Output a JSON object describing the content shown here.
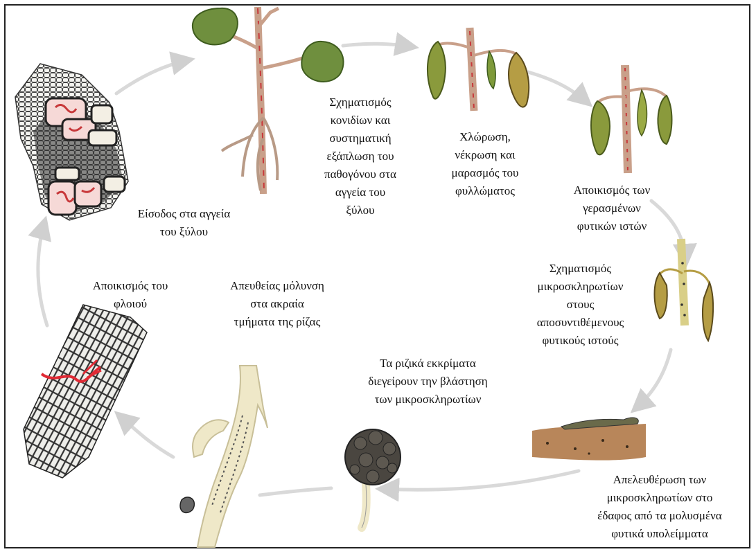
{
  "labels": {
    "xylem_entry": "Είσοδος στα αγγεία\nτου ξύλου",
    "conidia_spread": "Σχηματισμός\nκονιδίων και\nσυστηματική\nεξάπλωση του\nπαθογόνου στα\nαγγεία του\nξύλου",
    "chlorosis_wilt": "Χλώρωση,\nνέκρωση και\nμαρασμός του\nφυλλώματος",
    "senescent_colonization": "Αποικισμός των\nγερασμένων\nφυτικών ιστών",
    "microsclerotia_formation": "Σχηματισμός\nμικροσκληρωτίων\nστους\nαποσυντιθέμενους\nφυτικούς ιστούς",
    "release_to_soil": "Απελευθέρωση των\nμικροσκληρωτίων στο\nέδαφος από τα μολυσμένα\nφυτικά υπολείμματα",
    "root_exudates": "Τα ριζικά εκκρίματα\nδιεγείρουν την βλάστηση\nτων μικροσκληρωτίων",
    "direct_infection": "Απευθείας μόλυνση\nστα ακραία\nτμήματα της ρίζας",
    "cortex_colonization": "Αποικισμός του\nφλοιού"
  },
  "colors": {
    "cycle_arrow": "#d9d9d9",
    "stem": "#c9a08a",
    "lesion": "#c8383a",
    "healthy_leaf": "#6f8f3e",
    "diseased_leaf": "#8a9a3c",
    "dying_leaf": "#b59d44",
    "root_tissue": "#efe8c8",
    "microsclerotium": "#4a4640",
    "soil": "#b8865a"
  }
}
